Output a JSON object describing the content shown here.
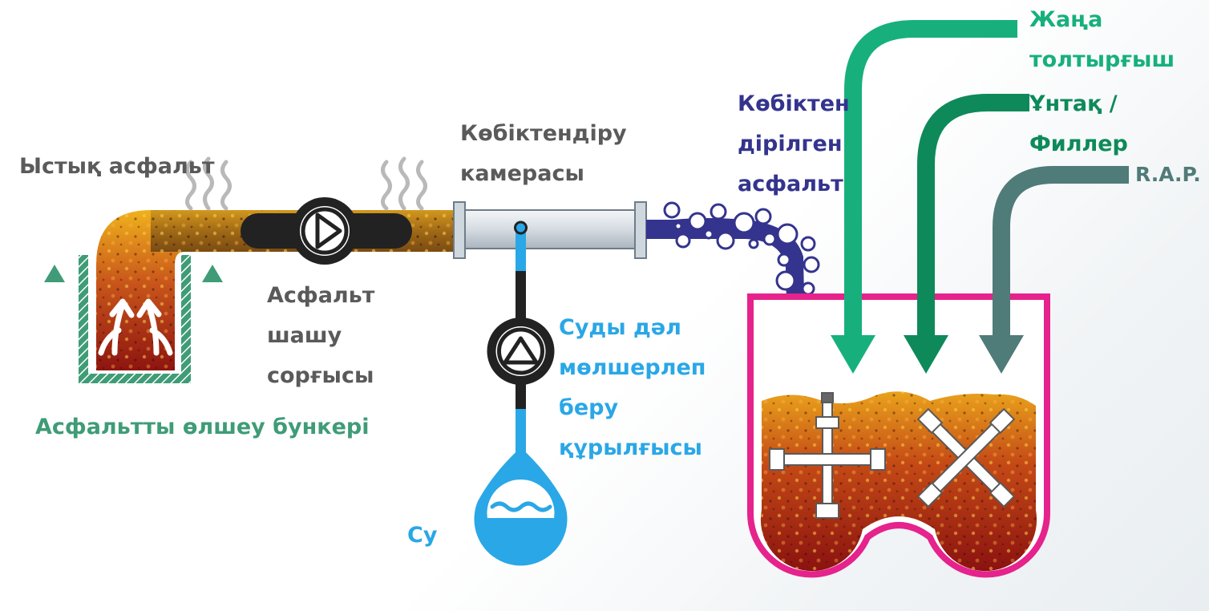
{
  "labels": {
    "hot_asphalt": "Ыстық асфальт",
    "weighing_hopper": "Асфальтты өлшеу бункері",
    "injection_pump": [
      "Асфальт",
      "шашу",
      "сорғысы"
    ],
    "foaming_chamber": [
      "Көбіктендіру",
      "камерасы"
    ],
    "water_dosing": [
      "Суды дәл",
      "мөлшерлеп",
      "беру",
      "құрылғысы"
    ],
    "water": "Су",
    "foamed_asphalt": [
      "Көбіктен",
      "дірілген",
      "асфальт"
    ],
    "new_filler": [
      "Жаңа",
      "толтырғыш"
    ],
    "powder_filler": [
      "Ұнтақ /",
      "Филлер"
    ],
    "rap": "R.A.P."
  },
  "colors": {
    "asphalt_stream": "#d98a1e",
    "hopper_outline": "#3f9c77",
    "pump_body": "#222222",
    "water_line": "#2aa7e6",
    "foamed_asphalt": "#34348e",
    "mixer_outline": "#e6228c",
    "new_filler_arrow": "#17b07c",
    "powder_filler_arrow": "#0e8a5a",
    "rap_arrow": "#4f7b78"
  },
  "icons": [
    "steam-icon",
    "pump-icon",
    "water-drop-icon",
    "mixer-paddle-icon"
  ]
}
